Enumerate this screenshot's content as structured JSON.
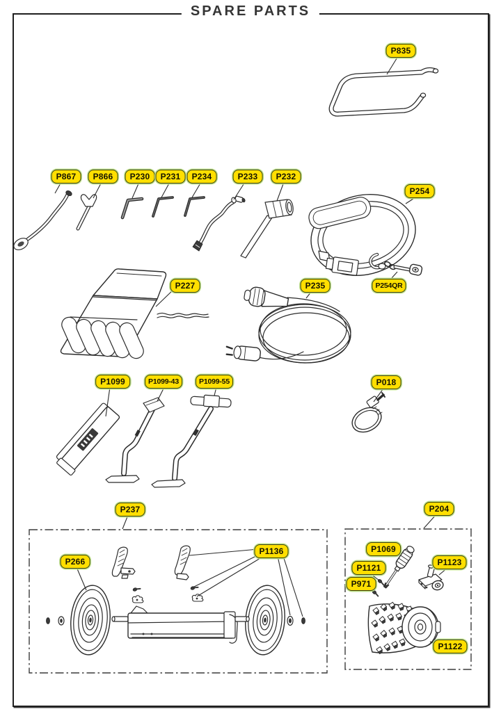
{
  "page": {
    "title": "SPARE PARTS"
  },
  "colors": {
    "badge_fill": "#ffdf00",
    "badge_border": "#3a400f",
    "badge_halo": "#bfdf8a",
    "badge_text": "#141400",
    "line_art": "#2b2b2b",
    "frame_border": "#1f1f1f",
    "background": "#ffffff"
  },
  "labels": {
    "p835": "P835",
    "p867": "P867",
    "p866": "P866",
    "p230": "P230",
    "p231": "P231",
    "p234": "P234",
    "p233": "P233",
    "p232": "P232",
    "p254": "P254",
    "p254qr": "P254QR",
    "p227": "P227",
    "p235": "P235",
    "p1099": "P1099",
    "p1099_43": "P1099-43",
    "p1099_55": "P1099-55",
    "p018": "P018",
    "p237": "P237",
    "p266": "P266",
    "p1136": "P1136",
    "p204": "P204",
    "p1069": "P1069",
    "p1121": "P1121",
    "p971": "P971",
    "p1123": "P1123",
    "p1122": "P1122"
  },
  "illustrations": {
    "p835": "handle-bar",
    "p867": "ring-spanner",
    "p866": "open-end-wrench",
    "p230": "hex-key-large",
    "p231": "hex-key",
    "p234": "hex-key",
    "p233": "bent-lever-tool",
    "p232": "socket-wrench",
    "p254": "shoulder-belt",
    "p254qr": "quick-release-clip",
    "p227": "tool-roll-pouch",
    "p235": "power-cable",
    "p1099": "blade-pack",
    "p1099_43": "height-bracket",
    "p1099_55": "height-bracket-wide",
    "p018": "hose-clamp",
    "p237": "wheel-axle-kit-box",
    "p266": "wheel",
    "p1136": "fastener-set",
    "p204": "scarifier-kit-box",
    "p1069": "screwdriver",
    "p1121": "screw",
    "p971": "screw",
    "p1123": "roller-bracket",
    "p1122": "scarifier-drum"
  },
  "kits": {
    "p237_contains": [
      "P266",
      "P1136"
    ],
    "p204_contains": [
      "P1069",
      "P1121",
      "P971",
      "P1123",
      "P1122"
    ]
  }
}
